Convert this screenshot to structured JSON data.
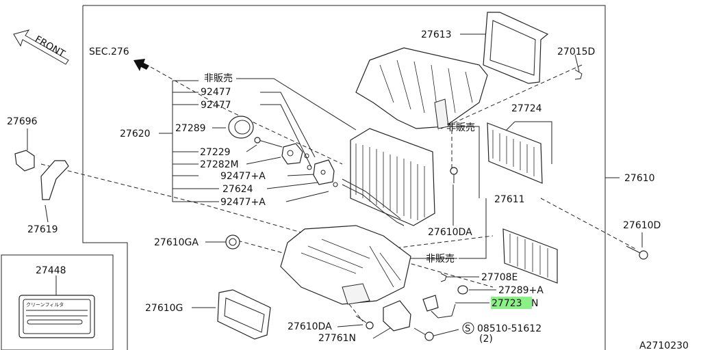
{
  "diagram": {
    "front_label": "FRONT",
    "sec_ref": "SEC.276",
    "figure_id": "A2710230",
    "labels": {
      "p27613": "27613",
      "p27015D": "27015D",
      "p_nonsale_top": "非販売",
      "p92477_a": "92477",
      "p92477_b": "92477",
      "p27620": "27620",
      "p27289": "27289",
      "p27229": "27229",
      "p27282M": "27282M",
      "p92477A_a": "92477+A",
      "p27624": "27624",
      "p92477A_b": "92477+A",
      "p27696": "27696",
      "p27619": "27619",
      "p_nonsale_mid": "非販売",
      "p27724": "27724",
      "p27610": "27610",
      "p27611": "27611",
      "p27610DA_top": "27610DA",
      "p27610D": "27610D",
      "p27610GA": "27610GA",
      "p_nonsale_low": "非販売",
      "p27708E": "27708E",
      "p27289A": "27289+A",
      "p27723": "27723",
      "p27723_suffix": "N",
      "p27448": "27448",
      "p27610G": "27610G",
      "p27610DA_low": "27610DA",
      "p27761N": "27761N",
      "p_screw_code": "08510-51612",
      "p_screw_qty": "(2)",
      "s_symbol": "S",
      "filter_tag_text": "クリーンフィルタ"
    },
    "highlight_color": "#7ef07a"
  }
}
